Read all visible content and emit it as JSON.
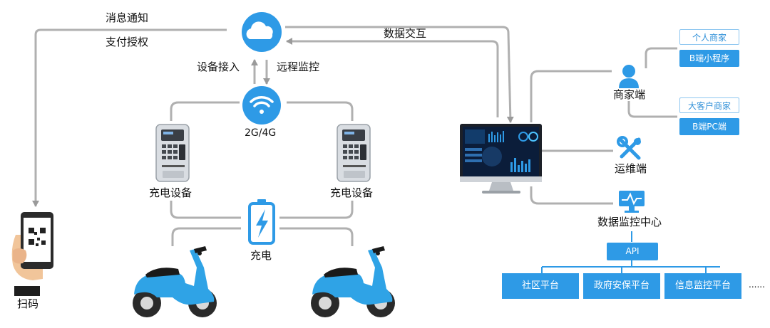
{
  "labels": {
    "msg_notify": "消息通知",
    "pay_auth": "支付授权",
    "data_exchange": "数据交互",
    "device_access": "设备接入",
    "remote_monitor": "远程监控",
    "network": "2G/4G",
    "charger_left": "充电设备",
    "charger_right": "充电设备",
    "charging": "充电",
    "scan": "扫码",
    "merchant": "商家端",
    "ops": "运维端",
    "monitor_center": "数据监控中心",
    "api": "API",
    "ellipsis": "......"
  },
  "merchant_tags": {
    "personal": "个人商家",
    "mini_program": "B端小程序",
    "big_client": "大客户商家",
    "pc": "B端PC端"
  },
  "platforms": [
    "社区平台",
    "政府安保平台",
    "信息监控平台"
  ],
  "colors": {
    "accent": "#2e9ae6",
    "line": "#b0b0b0",
    "scooter": "#2fa3e6"
  },
  "icons": [
    "cloud-icon",
    "wifi-icon",
    "battery-bolt-icon",
    "user-icon",
    "tools-icon",
    "monitor-chart-icon",
    "phone-qr-icon",
    "charger-device-icon",
    "scooter-icon",
    "dashboard-monitor-icon"
  ]
}
